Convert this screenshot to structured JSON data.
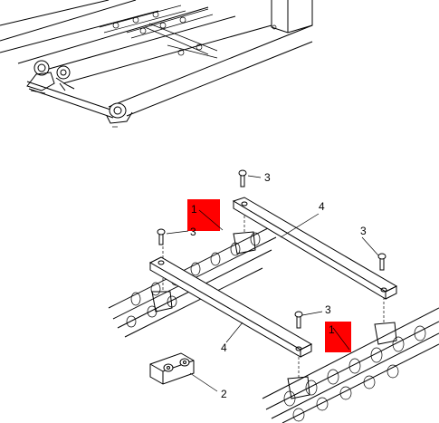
{
  "callouts": {
    "c1a": "1",
    "c1b": "1",
    "c2": "2",
    "c3a": "3",
    "c3b": "3",
    "c3c": "3",
    "c3d": "3",
    "c4a": "4",
    "c4b": "4"
  },
  "colors": {
    "highlight": "#ff0000",
    "line": "#000000",
    "background": "#ffffff"
  }
}
